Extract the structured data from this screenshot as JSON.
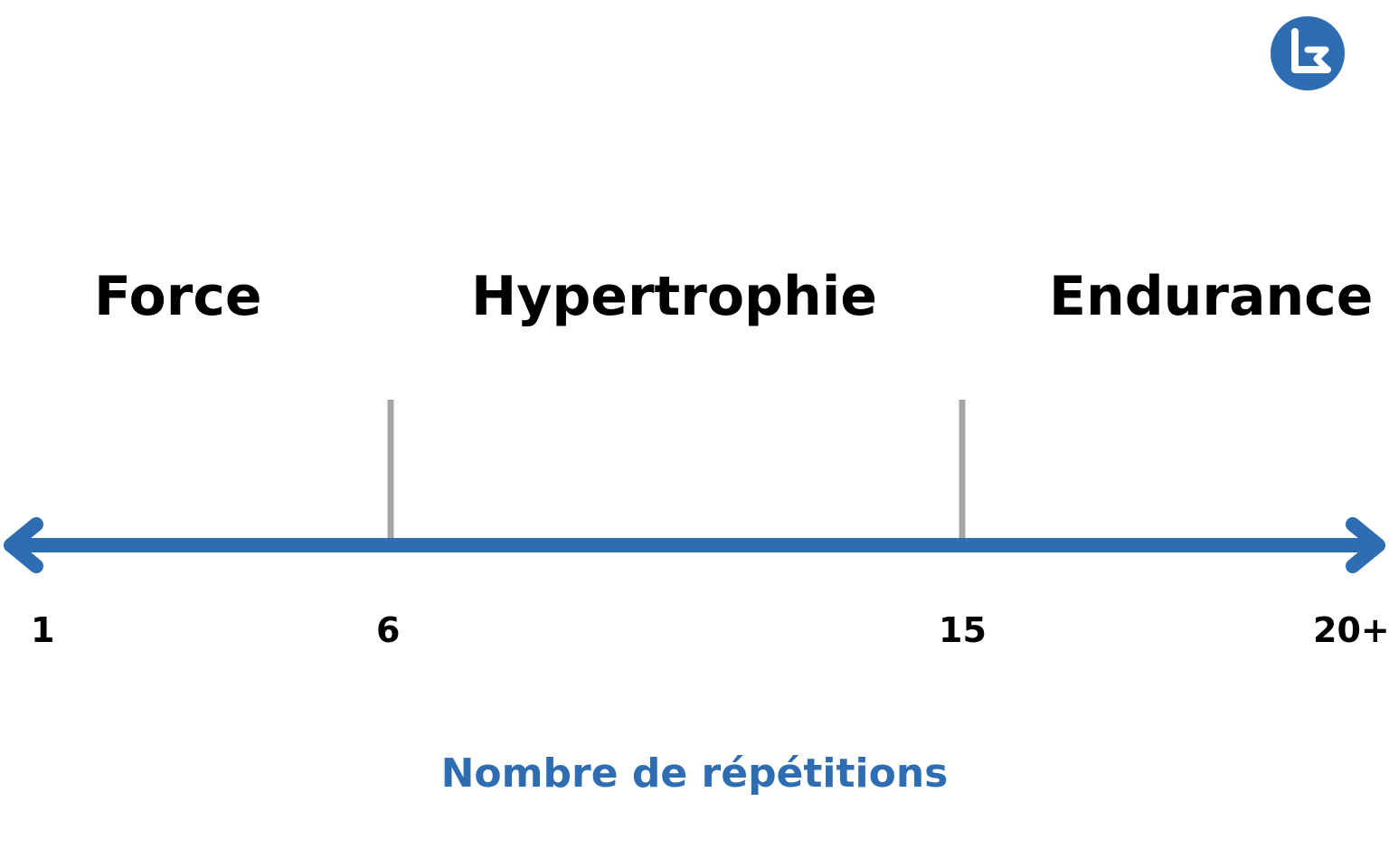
{
  "zones": [
    {
      "label": "Force"
    },
    {
      "label": "Hypertrophie"
    },
    {
      "label": "Endurance"
    }
  ],
  "ticks": [
    {
      "label": "1",
      "value": 1
    },
    {
      "label": "6",
      "value": 6
    },
    {
      "label": "15",
      "value": 15
    },
    {
      "label": "20+",
      "value": 20
    }
  ],
  "axis_title": "Nombre de répétitions",
  "logo": {
    "icon": "brand-logo-icon"
  },
  "colors": {
    "axis": "#2f6db3",
    "divider": "#a6a6a6",
    "zone_text": "#000000",
    "tick_text": "#000000",
    "axis_title": "#2f6db3"
  }
}
